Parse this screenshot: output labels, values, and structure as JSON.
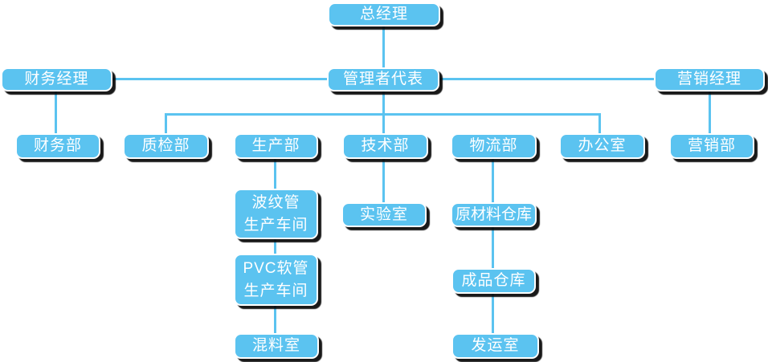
{
  "org_chart": {
    "type": "org-tree",
    "colors": {
      "node_fill": "#5BC3F0",
      "node_border": "#FFFFFF",
      "node_text": "#FFFFFF",
      "connector": "#5BC3F0",
      "background": "#FFFFFF"
    },
    "nodes": {
      "general_manager": "总经理",
      "finance_manager": "财务经理",
      "management_representative": "管理者代表",
      "marketing_manager": "营销经理",
      "finance_dept": "财务部",
      "quality_inspection_dept": "质检部",
      "production_dept": "生产部",
      "technology_dept": "技术部",
      "logistics_dept": "物流部",
      "office": "办公室",
      "marketing_dept": "营销部",
      "corrugated_pipe_workshop": "波纹管\n生产车间",
      "laboratory": "实验室",
      "raw_material_warehouse": "原材料仓库",
      "pvc_hose_workshop": "PVC软管\n生产车间",
      "finished_goods_warehouse": "成品仓库",
      "mixing_room": "混料室",
      "shipping_room": "发运室"
    },
    "edges": [
      {
        "parent": "general_manager",
        "child": "management_representative"
      },
      {
        "parent": "management_representative",
        "child": "finance_manager"
      },
      {
        "parent": "management_representative",
        "child": "marketing_manager"
      },
      {
        "parent": "finance_manager",
        "child": "finance_dept"
      },
      {
        "parent": "marketing_manager",
        "child": "marketing_dept"
      },
      {
        "parent": "management_representative",
        "child": "quality_inspection_dept"
      },
      {
        "parent": "management_representative",
        "child": "production_dept"
      },
      {
        "parent": "management_representative",
        "child": "technology_dept"
      },
      {
        "parent": "management_representative",
        "child": "logistics_dept"
      },
      {
        "parent": "management_representative",
        "child": "office"
      },
      {
        "parent": "production_dept",
        "child": "corrugated_pipe_workshop"
      },
      {
        "parent": "corrugated_pipe_workshop",
        "child": "pvc_hose_workshop"
      },
      {
        "parent": "pvc_hose_workshop",
        "child": "mixing_room"
      },
      {
        "parent": "technology_dept",
        "child": "laboratory"
      },
      {
        "parent": "logistics_dept",
        "child": "raw_material_warehouse"
      },
      {
        "parent": "raw_material_warehouse",
        "child": "finished_goods_warehouse"
      },
      {
        "parent": "finished_goods_warehouse",
        "child": "shipping_room"
      }
    ]
  }
}
